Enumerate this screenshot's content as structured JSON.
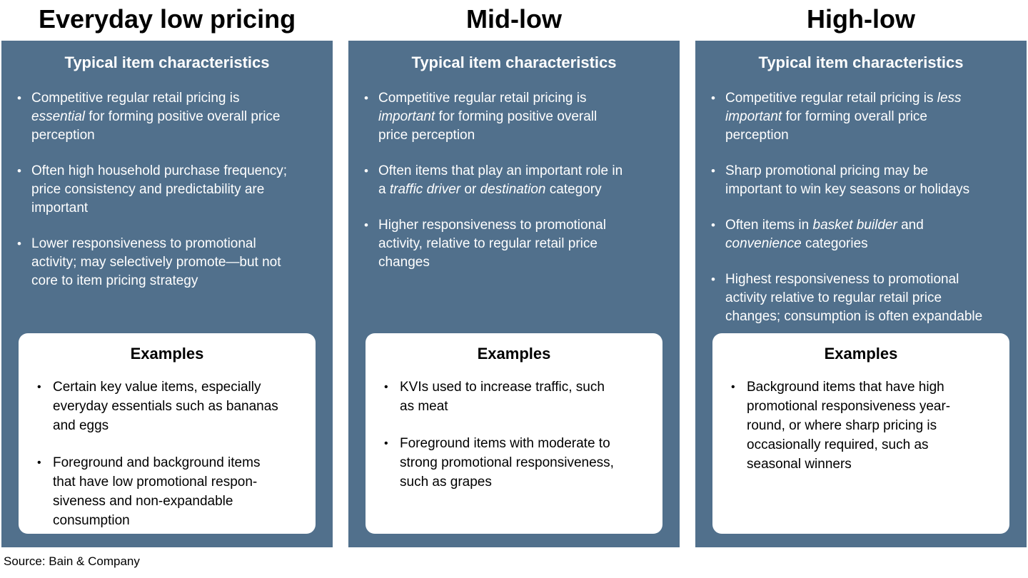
{
  "colors": {
    "panel_slate": "#51708C",
    "examples_bg": "#ffffff",
    "title_text": "#000000",
    "panel_text": "#ffffff"
  },
  "source_note": "Source: Bain & Company",
  "columns": [
    {
      "title": "Everyday low pricing",
      "panel_header": "Typical item characteristics",
      "bullets": [
        "Competitive regular retail pricing is<br><i>essential</i> for forming positive overall price<br>perception",
        "Often high household purchase frequency;<br>price consistency and predictability are<br>important",
        "Lower responsiveness to promotional<br>activity; may selectively promote—but not<br>core to item pricing strategy"
      ],
      "examples": {
        "header": "Examples",
        "bullets": [
          "Certain key value items, especially<br>everyday essentials such as bananas<br>and eggs",
          "Foreground and background items<br>that have low promotional respon-<br>siveness and non-expandable<br>consumption"
        ]
      }
    },
    {
      "title": "Mid-low",
      "panel_header": "Typical item characteristics",
      "bullets": [
        "Competitive regular retail pricing is<br><i>important</i> for forming positive overall<br>price perception",
        "Often items that play an important role in<br>a <i>traffic driver</i> or <i>destination</i> category",
        "Higher responsiveness to promotional<br>activity, relative to regular retail price<br>changes"
      ],
      "examples": {
        "header": "Examples",
        "bullets": [
          "KVIs used to increase traffic, such<br>as meat",
          "Foreground items with moderate to<br>strong promotional responsiveness,<br>such as grapes"
        ]
      }
    },
    {
      "title": "High-low",
      "panel_header": "Typical item characteristics",
      "bullets": [
        "Competitive regular retail pricing is <i>less</i><br><i>important</i> for forming overall price<br>perception",
        "Sharp promotional pricing may be<br>important to win key seasons or holidays",
        "Often items in <i>basket builder</i> and<br><i>convenience</i> categories",
        "Highest responsiveness to promotional<br>activity relative to regular retail price<br>changes; consumption is often expandable"
      ],
      "examples": {
        "header": "Examples",
        "bullets": [
          "Background items that have high<br>promotional responsiveness year-<br>round, or where sharp pricing is<br>occasionally required, such as<br>seasonal winners"
        ]
      }
    }
  ]
}
